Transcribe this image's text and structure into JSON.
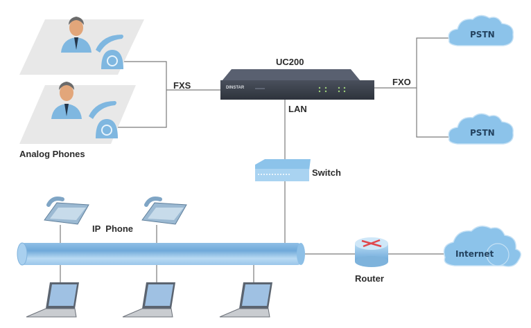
{
  "diagram": {
    "device": {
      "name": "UC200",
      "brand": "DINSTAR"
    },
    "labels": {
      "fxs": "FXS",
      "fxo": "FXO",
      "lan": "LAN",
      "switch": "Switch",
      "analog_phones": "Analog Phones",
      "ip_phone": "IP  Phone",
      "router": "Router"
    },
    "clouds": {
      "pstn_top": "PSTN",
      "pstn_bottom": "PSTN",
      "internet": "Internet"
    },
    "colors": {
      "line": "#7a7a7a",
      "device": "#3a3f4a",
      "icon_blue": "#7fb7e0",
      "cloud": "#8cc3ea",
      "bus": "#a9d0ef",
      "router_x": "#e0474c"
    }
  }
}
